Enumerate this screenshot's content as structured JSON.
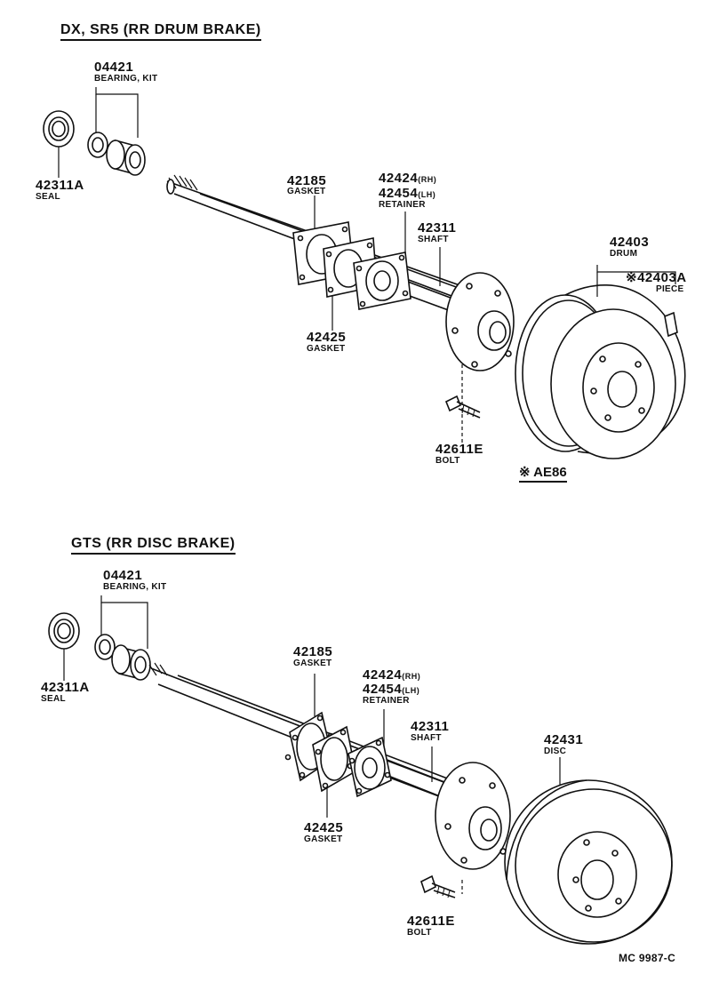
{
  "sections": [
    {
      "header": "DX, SR5 (RR DRUM BRAKE)",
      "parts": {
        "bearing_kit": {
          "number": "04421",
          "name": "BEARING, KIT"
        },
        "seal": {
          "number": "42311A",
          "name": "SEAL"
        },
        "gasket_outer": {
          "number": "42185",
          "name": "GASKET"
        },
        "retainer": {
          "number_rh": "42424",
          "suffix_rh": "(RH)",
          "number_lh": "42454",
          "suffix_lh": "(LH)",
          "name": "RETAINER"
        },
        "shaft": {
          "number": "42311",
          "name": "SHAFT"
        },
        "gasket_inner": {
          "number": "42425",
          "name": "GASKET"
        },
        "bolt": {
          "number": "42611E",
          "name": "BOLT"
        },
        "drum": {
          "number": "42403",
          "name": "DRUM"
        },
        "piece": {
          "mark": "※",
          "number": "42403A",
          "name": "PIECE"
        }
      },
      "footnote": "※ AE86"
    },
    {
      "header": "GTS (RR DISC BRAKE)",
      "parts": {
        "bearing_kit": {
          "number": "04421",
          "name": "BEARING, KIT"
        },
        "seal": {
          "number": "42311A",
          "name": "SEAL"
        },
        "gasket_outer": {
          "number": "42185",
          "name": "GASKET"
        },
        "retainer": {
          "number_rh": "42424",
          "suffix_rh": "(RH)",
          "number_lh": "42454",
          "suffix_lh": "(LH)",
          "name": "RETAINER"
        },
        "shaft": {
          "number": "42311",
          "name": "SHAFT"
        },
        "gasket_inner": {
          "number": "42425",
          "name": "GASKET"
        },
        "bolt": {
          "number": "42611E",
          "name": "BOLT"
        },
        "disc": {
          "number": "42431",
          "name": "DISC"
        }
      }
    }
  ],
  "catalog_code": "MC  9987-C"
}
